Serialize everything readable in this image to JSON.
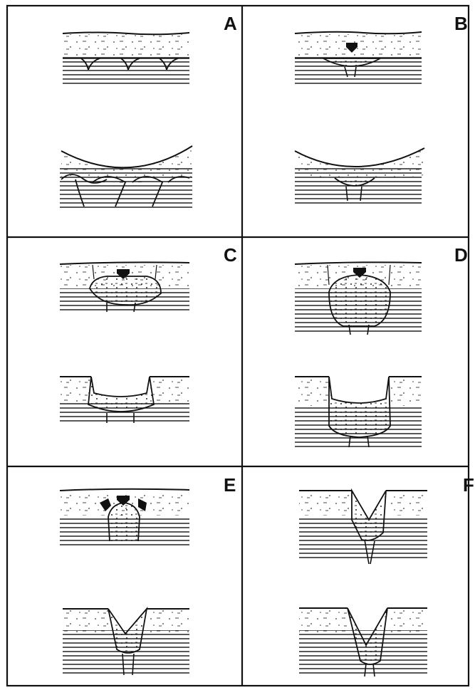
{
  "panels": [
    {
      "id": "A",
      "label": "A"
    },
    {
      "id": "B",
      "label": "B"
    },
    {
      "id": "C",
      "label": "C"
    },
    {
      "id": "D",
      "label": "D"
    },
    {
      "id": "E",
      "label": "E"
    },
    {
      "id": "F",
      "label": "F"
    }
  ],
  "colors": {
    "ink": "#111111",
    "background": "#ffffff"
  }
}
